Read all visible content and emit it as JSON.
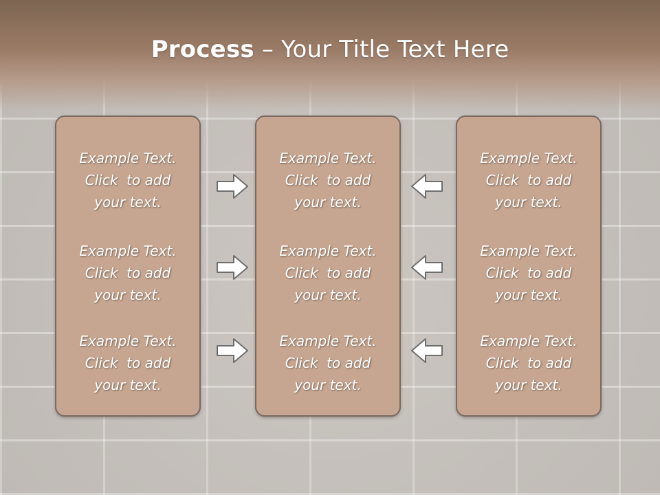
{
  "slide": {
    "title_bold": "Process",
    "title_rest": " – Your Title Text Here"
  },
  "panels": [
    {
      "items": [
        {
          "line1": "Example Text.",
          "line2": "Click  to add",
          "line3": "your text."
        },
        {
          "line1": "Example Text.",
          "line2": "Click  to add",
          "line3": "your text."
        },
        {
          "line1": "Example Text.",
          "line2": "Click  to add",
          "line3": "your text."
        }
      ]
    },
    {
      "items": [
        {
          "line1": "Example Text.",
          "line2": "Click  to add",
          "line3": "your text."
        },
        {
          "line1": "Example Text.",
          "line2": "Click  to add",
          "line3": "your text."
        },
        {
          "line1": "Example Text.",
          "line2": "Click  to add",
          "line3": "your text."
        }
      ]
    },
    {
      "items": [
        {
          "line1": "Example Text.",
          "line2": "Click  to add",
          "line3": "your text."
        },
        {
          "line1": "Example Text.",
          "line2": "Click  to add",
          "line3": "your text."
        },
        {
          "line1": "Example Text.",
          "line2": "Click  to add",
          "line3": "your text."
        }
      ]
    }
  ],
  "arrows": {
    "left_column": "arrow-right-icon",
    "right_column": "arrow-left-icon"
  },
  "colors": {
    "panel_fill": "#c6a690",
    "panel_border": "#7a6a5f",
    "header": "#8c705c"
  }
}
